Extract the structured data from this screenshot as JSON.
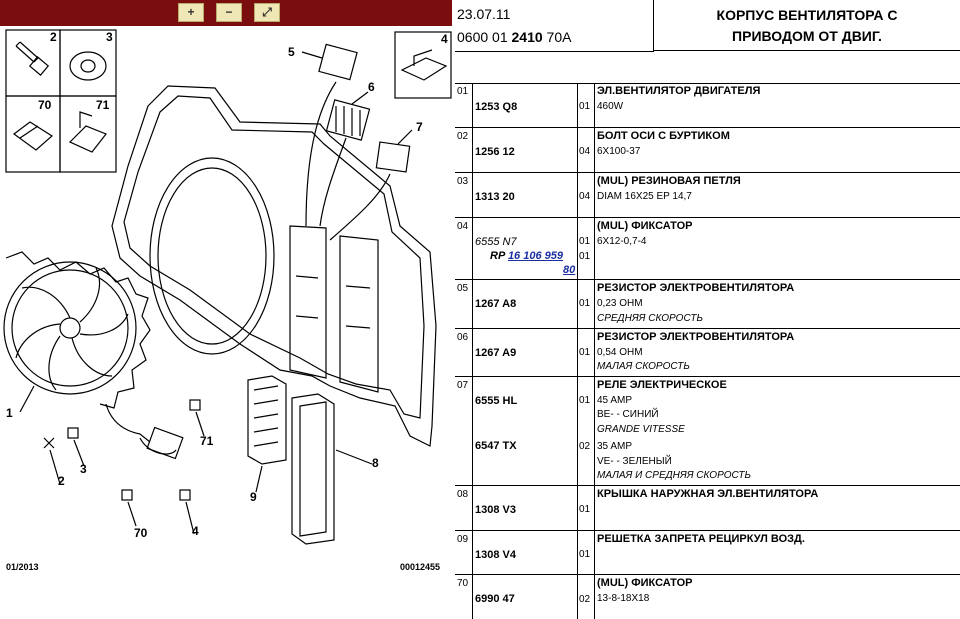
{
  "toolbar": {
    "zoom_in": "+",
    "zoom_out": "−",
    "zoom_fit": "⤢"
  },
  "diagram": {
    "callouts": [
      "2",
      "3",
      "70",
      "71",
      "4",
      "5",
      "6",
      "7",
      "1",
      "2",
      "3",
      "71",
      "70",
      "4",
      "9",
      "8"
    ],
    "footer_left": "01/2013",
    "footer_right": "00012455"
  },
  "header": {
    "date": "23.07.11",
    "code_prefix": "0600 01 ",
    "code_bold": "2410",
    "code_suffix": " 70A",
    "title_line1": "КОРПУС ВЕНТИЛЯТОРА С",
    "title_line2": "ПРИВОДОМ ОТ ДВИГ."
  },
  "rows": [
    {
      "idx": "01",
      "ref": "1253 Q8",
      "qty": "01",
      "name": "ЭЛ.ВЕНТИЛЯТОР ДВИГАТЕЛЯ",
      "l1": "460W"
    },
    {
      "idx": "02",
      "ref": "1256 12",
      "qty": "04",
      "name": "БОЛТ ОСИ С БУРТИКОМ",
      "l1": "6X100-37"
    },
    {
      "idx": "03",
      "ref": "1313 20",
      "qty": "04",
      "name": "(MUL) РЕЗИНОВАЯ ПЕТЛЯ",
      "l1": "DIAM 16X25 EP 14,7"
    },
    {
      "idx": "04",
      "ref": "6555 N7",
      "qty": "01",
      "name": "(MUL) ФИКСАТОР",
      "l1": "6X12-0,7-4",
      "rp_label": "RP",
      "rp_link": "16 106 959",
      "rp_cont": "80",
      "qty2": "01"
    },
    {
      "idx": "05",
      "ref": "1267 A8",
      "qty": "01",
      "name": "РЕЗИСТОР ЭЛЕКТРОВЕНТИЛЯТОРА",
      "l1": "0,23 ОНМ",
      "l2": "СРЕДНЯЯ СКОРОСТЬ"
    },
    {
      "idx": "06",
      "ref": "1267 A9",
      "qty": "01",
      "name": "РЕЗИСТОР ЭЛЕКТРОВЕНТИЛЯТОРА",
      "l1": "0,54 ОНМ",
      "l2": "МАЛАЯ СКОРОСТЬ"
    },
    {
      "idx": "07",
      "ref": "6555 HL",
      "qty": "01",
      "name": "РЕЛЕ ЭЛЕКТРИЧЕСКОЕ",
      "l1": "45 AMP",
      "l2": "BE- - СИНИЙ",
      "l3": "GRANDE VITESSE",
      "ref2": "6547 TX",
      "qty2": "02",
      "l4": "35 AMP",
      "l5": "VE- - ЗЕЛЕНЫЙ",
      "l6": "МАЛАЯ И СРЕДНЯЯ СКОРОСТЬ"
    },
    {
      "idx": "08",
      "ref": "1308 V3",
      "qty": "01",
      "name": "КРЫШКА НАРУЖНАЯ ЭЛ.ВЕНТИЛЯТОРА"
    },
    {
      "idx": "09",
      "ref": "1308 V4",
      "qty": "01",
      "name": "РЕШЕТКА ЗАПРЕТА РЕЦИРКУЛ ВОЗД."
    },
    {
      "idx": "70",
      "ref": "6990 47",
      "qty": "02",
      "name": "(MUL) ФИКСАТОР",
      "l1": "13-8-18X18"
    }
  ]
}
